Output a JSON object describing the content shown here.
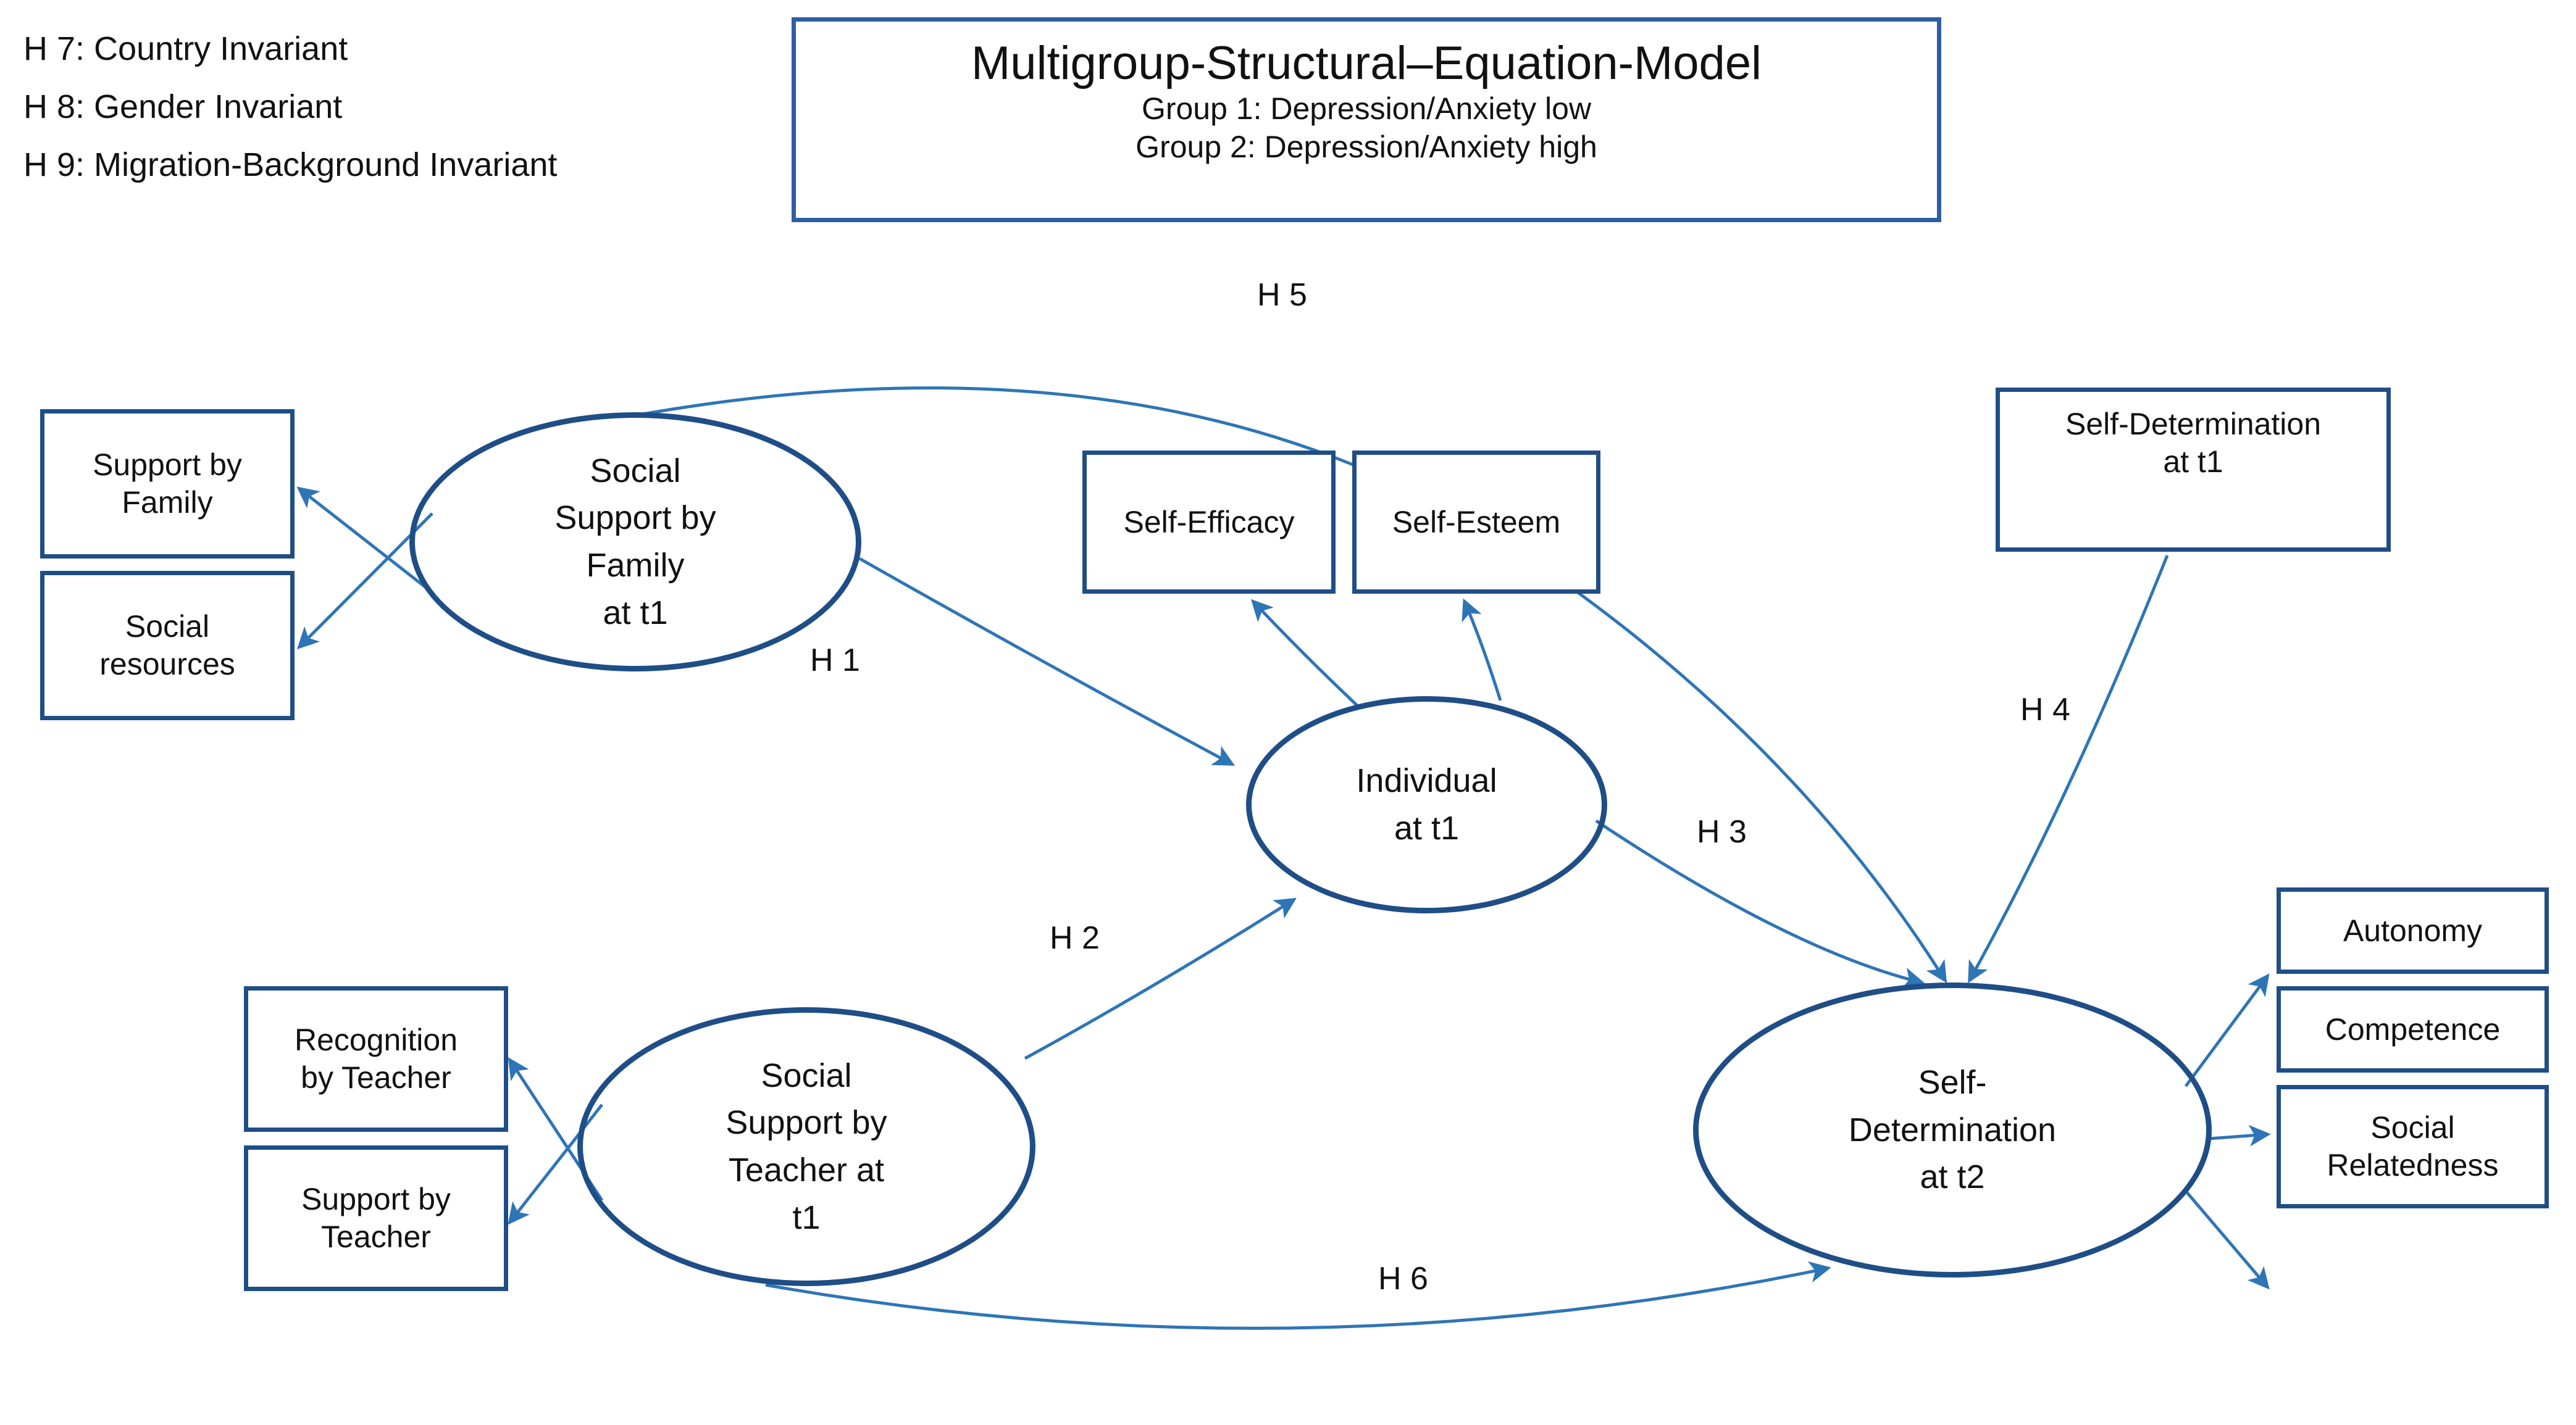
{
  "figure": {
    "type": "structural-equation-model-diagram",
    "accent_border_color": "#1F4E87",
    "title_border_color": "#2E5FA3",
    "arrow_color": "#2E75B6",
    "text_color": "#111111",
    "background": "#FFFFFF"
  },
  "hypotheses_list": {
    "items": [
      "H 7: Country Invariant",
      "H 8: Gender Invariant",
      "H 9: Migration-Background Invariant"
    ]
  },
  "title_box": {
    "main": "Multigroup-Structural–Equation-Model",
    "group1": "Group 1: Depression/Anxiety low",
    "group2": "Group 2: Depression/Anxiety high"
  },
  "latent_variables": [
    {
      "id": "ssf_t1",
      "line1": "Social",
      "line2": "Support by",
      "line3": "Family",
      "line4": "at t1"
    },
    {
      "id": "individual_t1",
      "line1": "Individual",
      "line2": "at t1"
    },
    {
      "id": "sst_t1",
      "line1": "Social",
      "line2": "Support by",
      "line3": "Teacher at",
      "line4": "t1"
    },
    {
      "id": "sd_t2",
      "line1": "Self-",
      "line2": "Determination",
      "line3": "at t2"
    }
  ],
  "observed_variables": [
    {
      "id": "support_by_family",
      "line1": "Support by",
      "line2": "Family"
    },
    {
      "id": "social_resources",
      "line1": "Social",
      "line2": "resources"
    },
    {
      "id": "self_efficacy",
      "line1": "Self-Efficacy",
      "line2": ""
    },
    {
      "id": "self_esteem",
      "line1": "Self-Esteem",
      "line2": ""
    },
    {
      "id": "self_determination_t1",
      "line1": "Self-Determination",
      "line2": "at t1"
    },
    {
      "id": "recognition_by_teacher",
      "line1": "Recognition",
      "line2": "by Teacher"
    },
    {
      "id": "support_by_teacher",
      "line1": "Support by",
      "line2": "Teacher"
    },
    {
      "id": "autonomy",
      "line1": "Autonomy",
      "line2": ""
    },
    {
      "id": "competence",
      "line1": "Competence",
      "line2": ""
    },
    {
      "id": "social_relatedness",
      "line1": "Social",
      "line2": "Relatedness"
    }
  ],
  "path_labels": [
    {
      "id": "h1",
      "text": "H 1"
    },
    {
      "id": "h2",
      "text": "H 2"
    },
    {
      "id": "h3",
      "text": "H 3"
    },
    {
      "id": "h4",
      "text": "H 4"
    },
    {
      "id": "h5",
      "text": "H 5"
    },
    {
      "id": "h6",
      "text": "H 6"
    }
  ]
}
